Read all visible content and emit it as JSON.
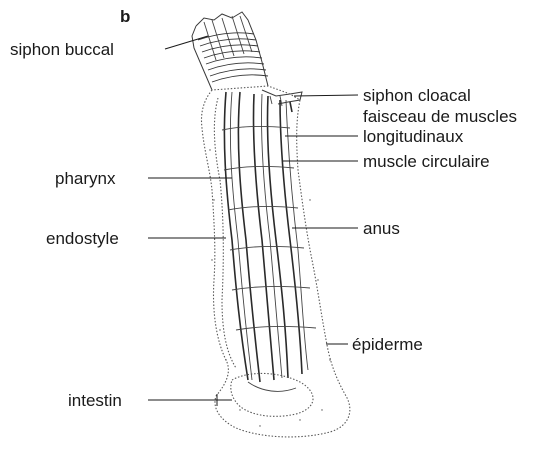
{
  "figure": {
    "panel_label": "b",
    "labels": {
      "siphon_buccal": "siphon buccal",
      "siphon_cloacal": "siphon cloacal",
      "faisceau_line1": "faisceau de muscles",
      "faisceau_line2": "longitudinaux",
      "muscle_circulaire": "muscle circulaire",
      "pharynx": "pharynx",
      "anus": "anus",
      "endostyle": "endostyle",
      "epiderme": "épiderme",
      "intestin": "intestin"
    }
  }
}
